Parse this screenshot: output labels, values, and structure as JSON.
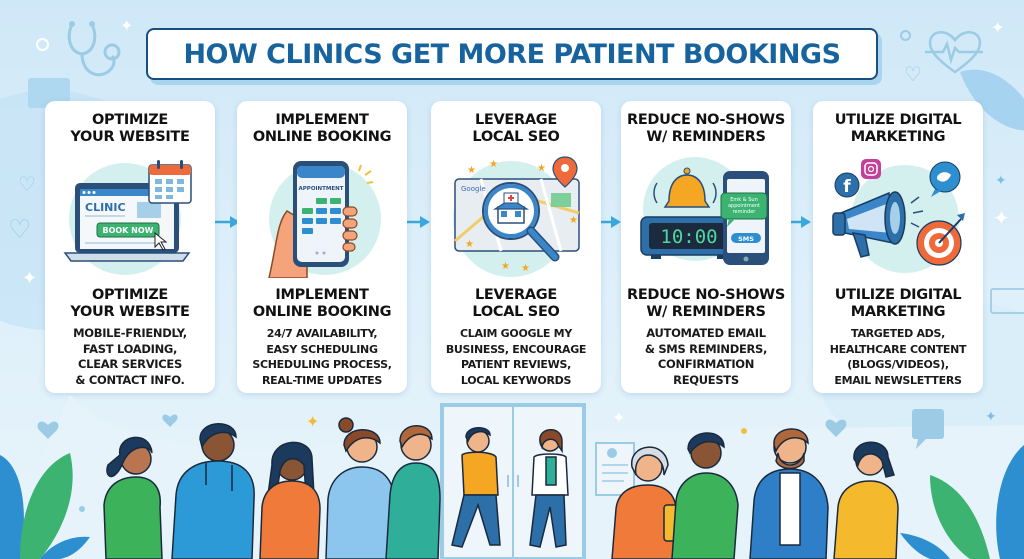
{
  "title": "HOW CLINICS GET MORE PATIENT BOOKINGS",
  "colors": {
    "title_text": "#17639e",
    "title_border": "#1a4d80",
    "background": "#cfe8f7",
    "card_bg": "#ffffff",
    "arrow": "#3aa8dc",
    "accent_green": "#3cb371",
    "accent_orange": "#ee6a3a",
    "accent_blue": "#2d7fc1"
  },
  "cards": [
    {
      "heading": "OPTIMIZE\nYOUR WEBSITE",
      "icon": "laptop-website-icon",
      "illustration": {
        "site_label": "CLINIC",
        "button_label": "BOOK NOW"
      },
      "subheading": "OPTIMIZE\nYOUR WEBSITE",
      "description": "MOBILE-FRIENDLY,\nFAST LOADING,\nCLEAR SERVICES\n& CONTACT INFO."
    },
    {
      "heading": "IMPLEMENT\nONLINE BOOKING",
      "icon": "phone-booking-icon",
      "illustration": {
        "screen_label": "APPOINTMENT"
      },
      "subheading": "IMPLEMENT\nONLINE BOOKING",
      "description": "24/7 AVAILABILITY,\nEASY SCHEDULING\nSCHEDULING PROCESS,\nREAL-TIME UPDATES"
    },
    {
      "heading": "LEVERAGE\nLOCAL SEO",
      "icon": "map-search-icon",
      "illustration": {
        "map_label": "Google"
      },
      "subheading": "LEVERAGE\nLOCAL SEO",
      "description": "CLAIM GOOGLE MY\nBUSINESS, ENCOURAGE\nPATIENT REVIEWS,\nLOCAL KEYWORDS"
    },
    {
      "heading": "REDUCE NO-SHOWS\nW/ REMINDERS",
      "icon": "alarm-reminder-icon",
      "illustration": {
        "clock_time": "10:00",
        "bubble_text": "Emk & Sun appointment reminder",
        "sms_label": "SMS"
      },
      "subheading": "REDUCE NO-SHOWS\nW/ REMINDERS",
      "description": "AUTOMATED EMAIL\n& SMS REMINDERS,\nCONFIRMATION\nREQUESTS"
    },
    {
      "heading": "UTILIZE DIGITAL\nMARKETING",
      "icon": "megaphone-marketing-icon",
      "illustration": {
        "social": [
          "facebook-icon",
          "instagram-icon",
          "twitter-icon"
        ]
      },
      "subheading": "UTILIZE DIGITAL\nMARKETING",
      "description": "TARGETED ADS,\nHEALTHCARE CONTENT\n(BLOGS/VIDEOS),\nEMAIL NEWSLETTERS"
    }
  ],
  "scene": {
    "people_colors": [
      "#3cb35a",
      "#2d9ad8",
      "#f07a3a",
      "#8cc6ee",
      "#2fae9a",
      "#f5a623",
      "#ffffff",
      "#f07a3a",
      "#3cb35a",
      "#2f7fc8",
      "#f5b92e"
    ]
  }
}
